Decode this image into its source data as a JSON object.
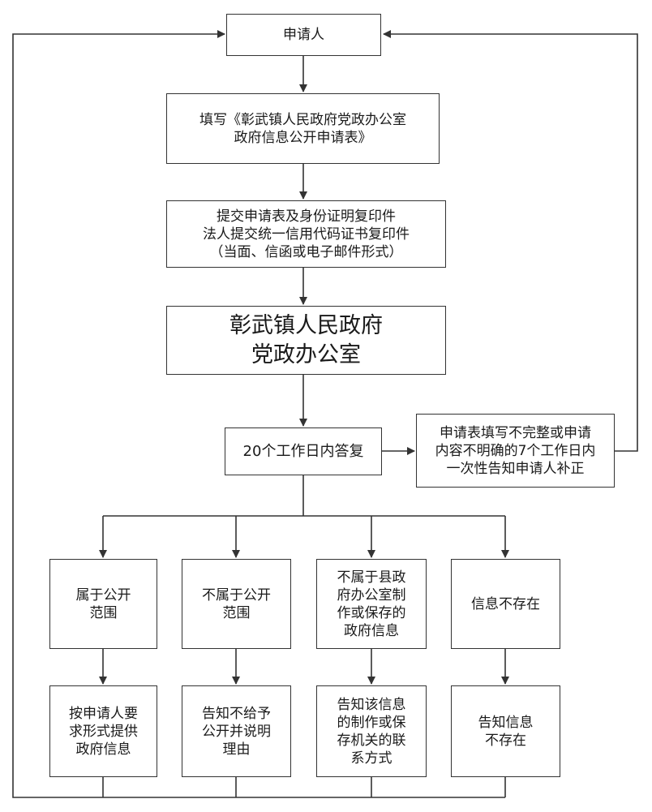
{
  "nodes": {
    "applicant": {
      "lines": [
        "申请人"
      ]
    },
    "fill_form": {
      "lines": [
        "填写《彰武镇人民政府党政办公室",
        "政府信息公开申请表》"
      ]
    },
    "submit": {
      "lines": [
        "提交申请表及身份证明复印件",
        "法人提交统一信用代码证书复印件",
        "（当面、信函或电子邮件形式）"
      ]
    },
    "office": {
      "lines": [
        "彰武镇人民政府",
        "党政办公室"
      ]
    },
    "reply": {
      "lines": [
        "20个工作日内答复"
      ]
    },
    "correction": {
      "lines": [
        "申请表填写不完整或申请",
        "内容不明确的7个工作日内",
        "一次性告知申请人补正"
      ]
    },
    "cat_public": {
      "lines": [
        "属于公开",
        "范围"
      ]
    },
    "cat_nonpublic": {
      "lines": [
        "不属于公开",
        "范围"
      ]
    },
    "cat_other": {
      "lines": [
        "不属于县政",
        "府办公室制",
        "作或保存的",
        "政府信息"
      ]
    },
    "cat_none": {
      "lines": [
        "信息不存在"
      ]
    },
    "res_public": {
      "lines": [
        "按申请人要",
        "求形式提供",
        "政府信息"
      ]
    },
    "res_nonpublic": {
      "lines": [
        "告知不给予",
        "公开并说明",
        "理由"
      ]
    },
    "res_other": {
      "lines": [
        "告知该信息",
        "的制作或保",
        "存机关的联",
        "系方式"
      ]
    },
    "res_none": {
      "lines": [
        "告知信息",
        "不存在"
      ]
    }
  }
}
